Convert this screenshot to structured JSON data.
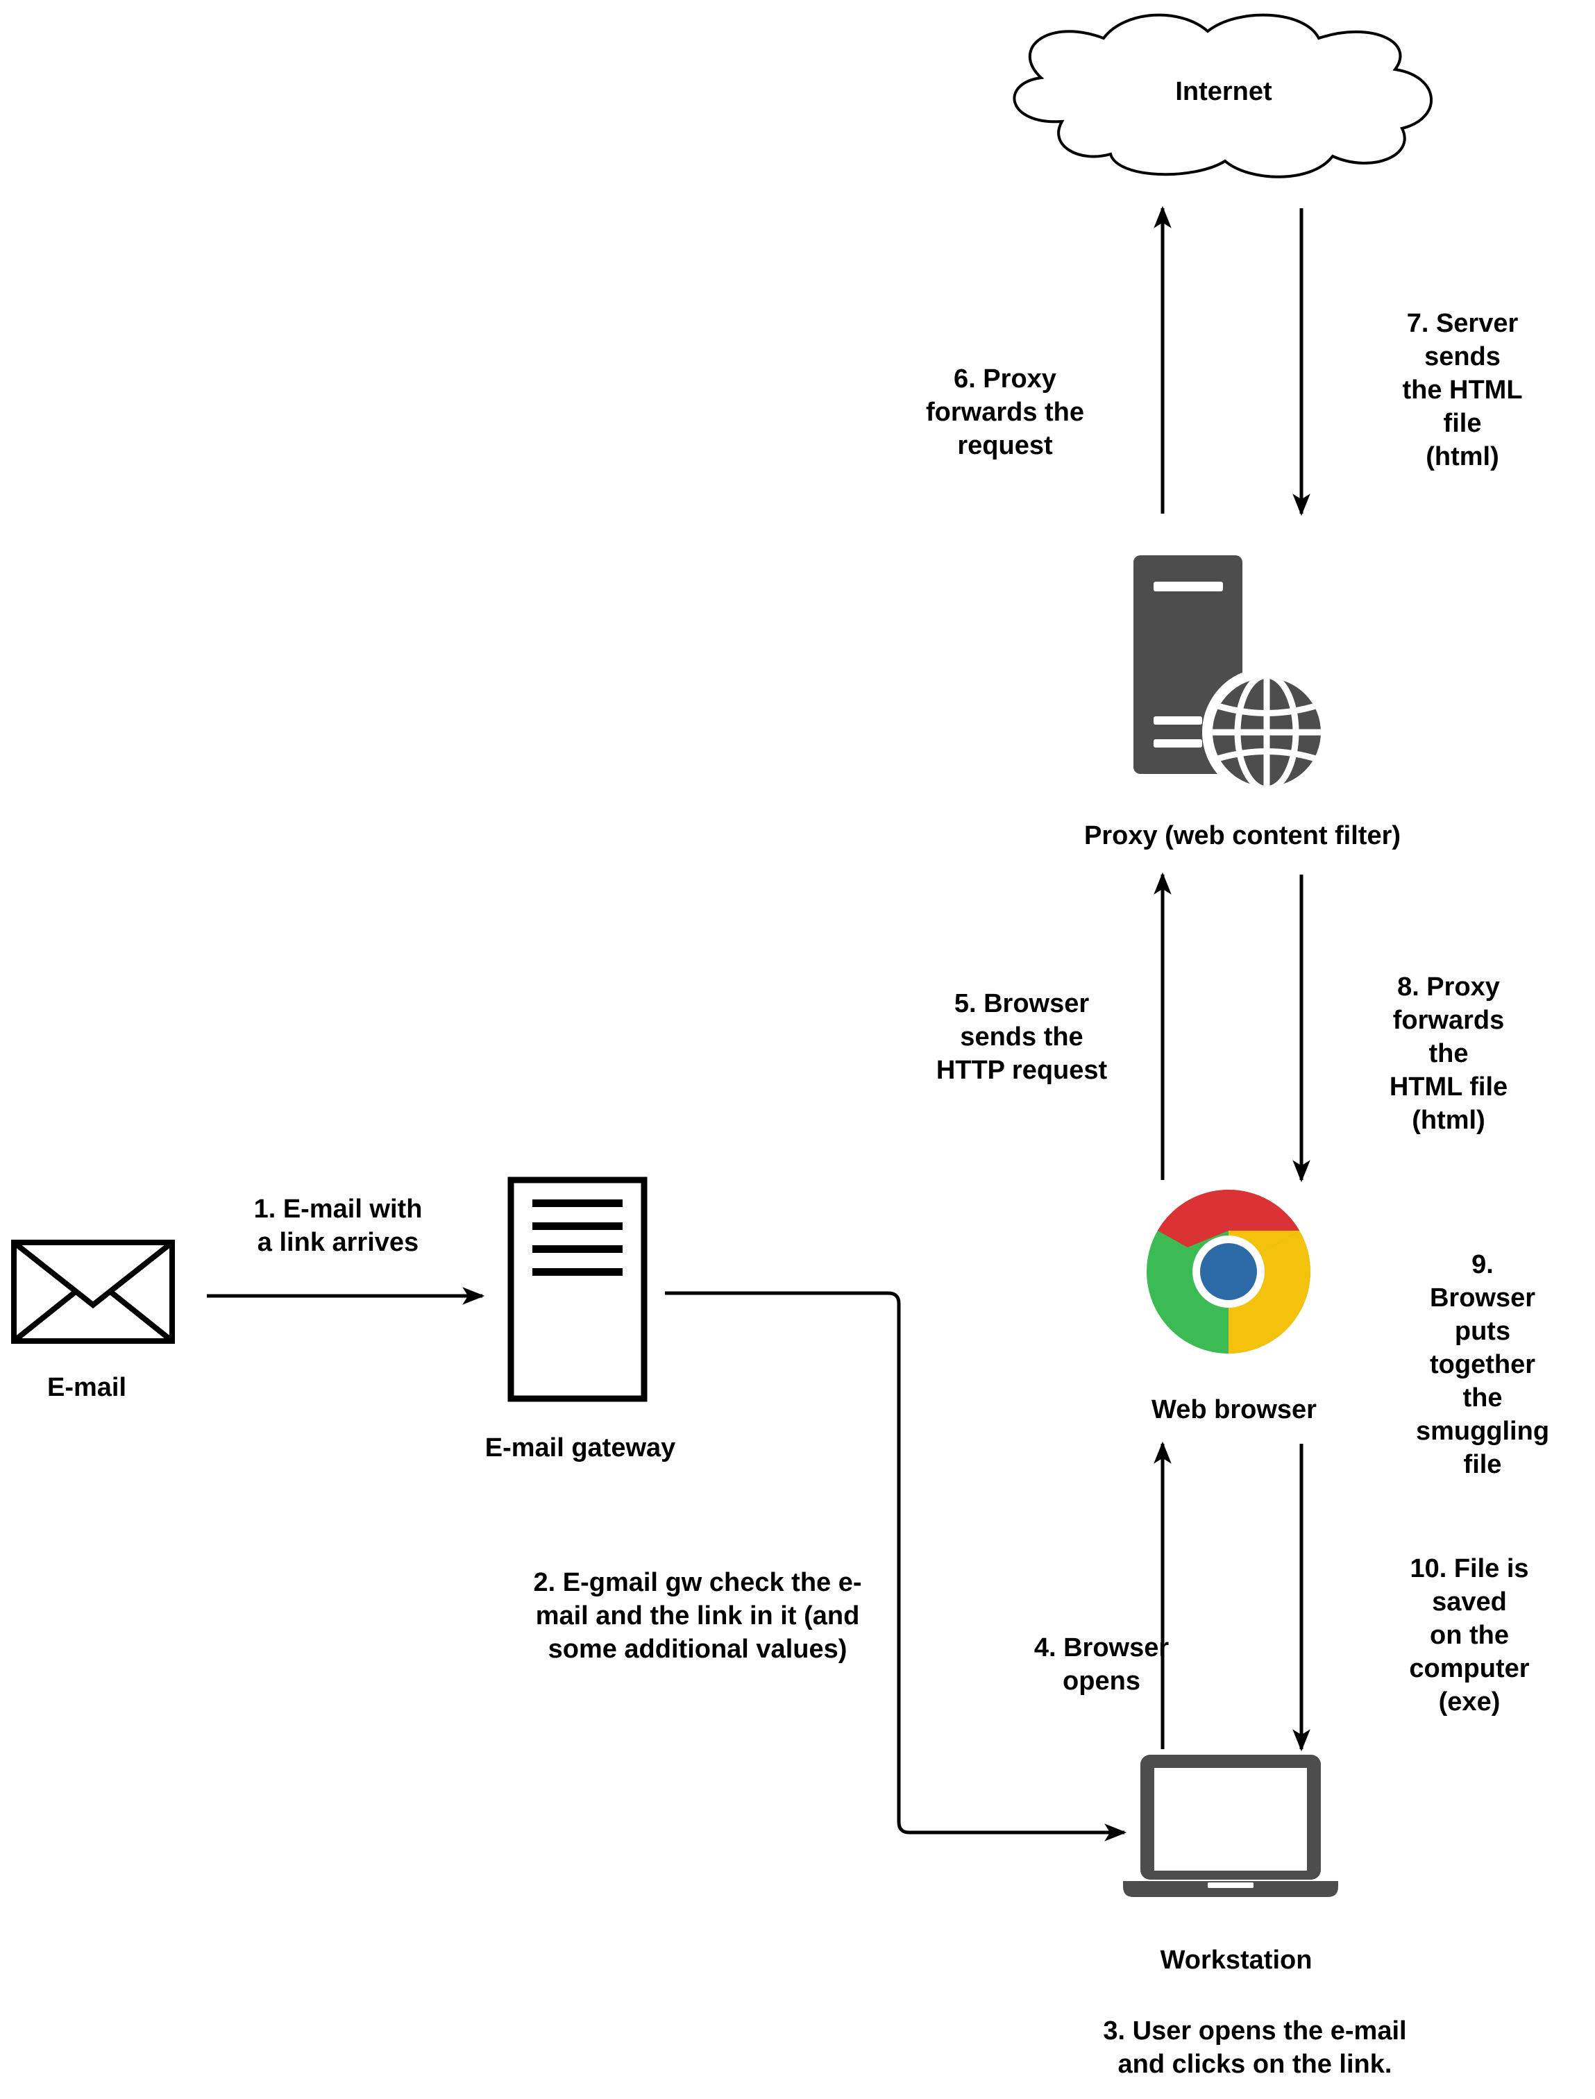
{
  "nodes": {
    "internet": "Internet",
    "proxy": "Proxy (web content filter)",
    "browser": "Web browser",
    "workstation": "Workstation",
    "email": "E-mail",
    "gateway": "E-mail gateway"
  },
  "steps": {
    "s1": "1. E-mail with\na link arrives",
    "s2": "2. E-gmail gw check the e-\nmail and the link in it (and\nsome additional values)",
    "s3": "3. User opens the e-mail\nand clicks on the link.",
    "s4": "4. Browser\nopens",
    "s5": "5. Browser\nsends the\nHTTP request",
    "s6": "6. Proxy\nforwards the\nrequest",
    "s7": "7. Server sends\nthe HTML file\n(html)",
    "s8": "8. Proxy\nforwards the\nHTML file\n(html)",
    "s9": "9. Browser puts\ntogether the\nsmuggling file",
    "s10": "10. File is saved\non the computer\n(exe)"
  },
  "icons": {
    "internet": "cloud-icon",
    "proxy": "web-server-icon",
    "browser": "chrome-icon",
    "workstation": "laptop-icon",
    "email": "envelope-icon",
    "gateway": "server-icon"
  },
  "colors": {
    "icon_dark": "#4d4d4d",
    "chrome_red": "#db3236",
    "chrome_yellow": "#f4c20d",
    "chrome_green": "#3cba54",
    "chrome_blue": "#4885ed"
  }
}
